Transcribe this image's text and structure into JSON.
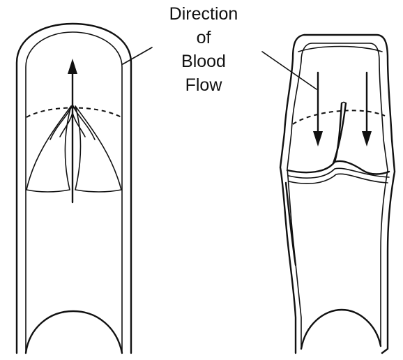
{
  "label": {
    "lines": [
      "Direction",
      "of",
      "Blood",
      "Flow"
    ]
  }
}
